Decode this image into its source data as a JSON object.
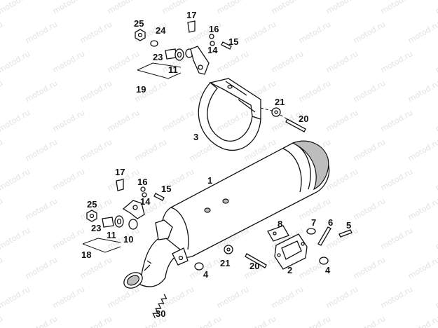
{
  "watermark": {
    "text": "motod.ru"
  },
  "callouts": [
    {
      "id": "c25a",
      "text": "25"
    },
    {
      "id": "c24",
      "text": "24"
    },
    {
      "id": "c17a",
      "text": "17"
    },
    {
      "id": "c16a",
      "text": "16"
    },
    {
      "id": "c15a",
      "text": "15"
    },
    {
      "id": "c14a",
      "text": "14"
    },
    {
      "id": "c23a",
      "text": "23"
    },
    {
      "id": "c11a",
      "text": "11"
    },
    {
      "id": "c19",
      "text": "19"
    },
    {
      "id": "c21a",
      "text": "21"
    },
    {
      "id": "c20a",
      "text": "20"
    },
    {
      "id": "c3",
      "text": "3"
    },
    {
      "id": "c1",
      "text": "1"
    },
    {
      "id": "c17b",
      "text": "17"
    },
    {
      "id": "c16b",
      "text": "16"
    },
    {
      "id": "c15b",
      "text": "15"
    },
    {
      "id": "c14b",
      "text": "14"
    },
    {
      "id": "c25b",
      "text": "25"
    },
    {
      "id": "c23b",
      "text": "23"
    },
    {
      "id": "c11b",
      "text": "11"
    },
    {
      "id": "c10",
      "text": "10"
    },
    {
      "id": "c18",
      "text": "18"
    },
    {
      "id": "c8",
      "text": "8"
    },
    {
      "id": "c7",
      "text": "7"
    },
    {
      "id": "c6",
      "text": "6"
    },
    {
      "id": "c5",
      "text": "5"
    },
    {
      "id": "c2",
      "text": "2"
    },
    {
      "id": "c4a",
      "text": "4"
    },
    {
      "id": "c4b",
      "text": "4"
    },
    {
      "id": "c21b",
      "text": "21"
    },
    {
      "id": "c20b",
      "text": "20"
    },
    {
      "id": "c30",
      "text": "30"
    }
  ]
}
